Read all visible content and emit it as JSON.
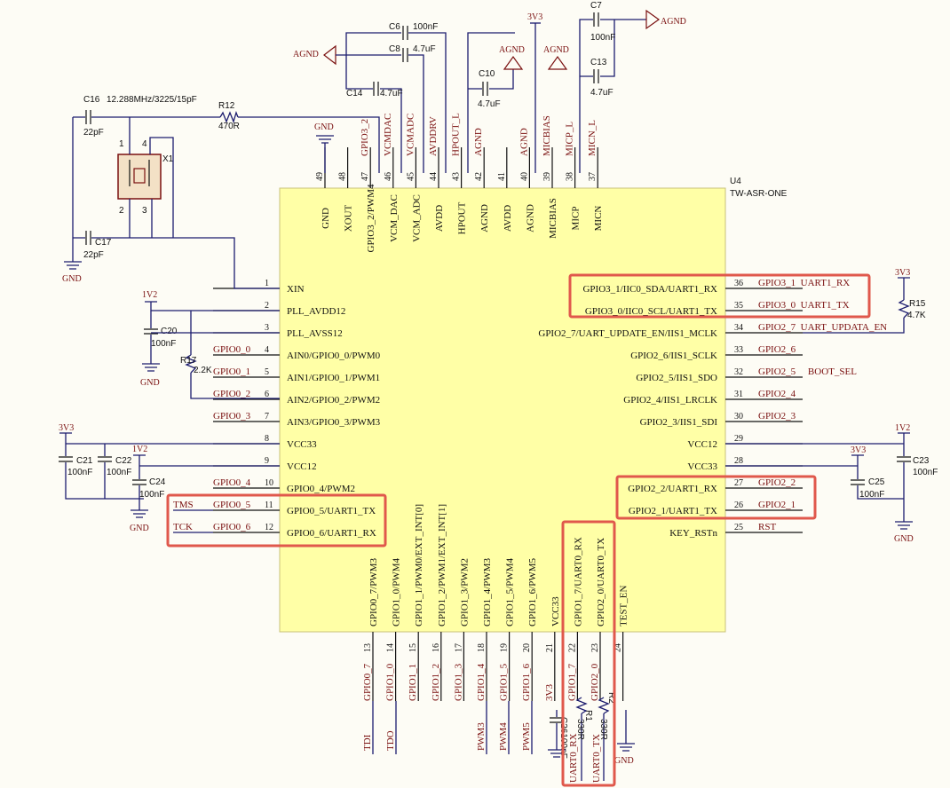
{
  "chip": {
    "ref": "U4",
    "part": "TW-ASR-ONE"
  },
  "top_pins": [
    {
      "num": "49",
      "name": "GND"
    },
    {
      "num": "48",
      "name": "XOUT"
    },
    {
      "num": "47",
      "name": "GPIO3_2/PWM4"
    },
    {
      "num": "46",
      "name": "VCM_DAC"
    },
    {
      "num": "45",
      "name": "VCM_ADC"
    },
    {
      "num": "44",
      "name": "AVDD"
    },
    {
      "num": "43",
      "name": "HPOUT"
    },
    {
      "num": "42",
      "name": "AGND"
    },
    {
      "num": "41",
      "name": "AVDD"
    },
    {
      "num": "40",
      "name": "AGND"
    },
    {
      "num": "39",
      "name": "MICBIAS"
    },
    {
      "num": "38",
      "name": "MICP"
    },
    {
      "num": "37",
      "name": "MICN"
    }
  ],
  "top_nets": [
    "",
    "",
    "GPIO3_2",
    "VCMDAC",
    "VCMADC",
    "AVDDRV",
    "HPOUT_L",
    "AGND",
    "",
    "AGND",
    "MICBIAS",
    "MICP_L",
    "MICN_L"
  ],
  "left_pins": [
    {
      "num": "1",
      "name": "XIN",
      "net": ""
    },
    {
      "num": "2",
      "name": "PLL_AVDD12",
      "net": ""
    },
    {
      "num": "3",
      "name": "PLL_AVSS12",
      "net": ""
    },
    {
      "num": "4",
      "name": "AIN0/GPIO0_0/PWM0",
      "net": "GPIO0_0"
    },
    {
      "num": "5",
      "name": "AIN1/GPIO0_1/PWM1",
      "net": "GPIO0_1"
    },
    {
      "num": "6",
      "name": "AIN2/GPIO0_2/PWM2",
      "net": "GPIO0_2"
    },
    {
      "num": "7",
      "name": "AIN3/GPIO0_3/PWM3",
      "net": "GPIO0_3"
    },
    {
      "num": "8",
      "name": "VCC33",
      "net": ""
    },
    {
      "num": "9",
      "name": "VCC12",
      "net": ""
    },
    {
      "num": "10",
      "name": "GPIO0_4/PWM2",
      "net": "GPIO0_4"
    },
    {
      "num": "11",
      "name": "GPIO0_5/UART1_TX",
      "net": "GPIO0_5"
    },
    {
      "num": "12",
      "name": "GPIO0_6/UART1_RX",
      "net": "GPIO0_6"
    }
  ],
  "left_ext": [
    "TMS",
    "TCK"
  ],
  "right_pins": [
    {
      "num": "36",
      "name": "GPIO3_1/IIC0_SDA/UART1_RX",
      "net": "GPIO3_1  UART1_RX"
    },
    {
      "num": "35",
      "name": "GPIO3_0/IIC0_SCL/UART1_TX",
      "net": "GPIO3_0  UART1_TX"
    },
    {
      "num": "34",
      "name": "GPIO2_7/UART_UPDATE_EN/IIS1_MCLK",
      "net": "GPIO2_7  UART_UPDATA_EN"
    },
    {
      "num": "33",
      "name": "GPIO2_6/IIS1_SCLK",
      "net": "GPIO2_6"
    },
    {
      "num": "32",
      "name": "GPIO2_5/IIS1_SDO",
      "net": "GPIO2_5     BOOT_SEL"
    },
    {
      "num": "31",
      "name": "GPIO2_4/IIS1_LRCLK",
      "net": "GPIO2_4"
    },
    {
      "num": "30",
      "name": "GPIO2_3/IIS1_SDI",
      "net": "GPIO2_3"
    },
    {
      "num": "29",
      "name": "VCC12",
      "net": ""
    },
    {
      "num": "28",
      "name": "VCC33",
      "net": ""
    },
    {
      "num": "27",
      "name": "GPIO2_2/UART1_RX",
      "net": "GPIO2_2"
    },
    {
      "num": "26",
      "name": "GPIO2_1/UART1_TX",
      "net": "GPIO2_1"
    },
    {
      "num": "25",
      "name": "KEY_RSTn",
      "net": "RST"
    }
  ],
  "bottom_pins": [
    {
      "num": "13",
      "name": "GPIO0_7/PWM3",
      "net": "GPIO0_7"
    },
    {
      "num": "14",
      "name": "GPIO1_0/PWM4",
      "net": "GPIO1_0"
    },
    {
      "num": "15",
      "name": "GPIO1_1/PWM0/EXT_INT[0]",
      "net": "GPIO1_1"
    },
    {
      "num": "16",
      "name": "GPIO1_2/PWM1/EXT_INT[1]",
      "net": "GPIO1_2"
    },
    {
      "num": "17",
      "name": "GPIO1_3/PWM2",
      "net": "GPIO1_3"
    },
    {
      "num": "18",
      "name": "GPIO1_4/PWM3",
      "net": "GPIO1_4"
    },
    {
      "num": "19",
      "name": "GPIO1_5/PWM4",
      "net": "GPIO1_5"
    },
    {
      "num": "20",
      "name": "GPIO1_6/PWM5",
      "net": "GPIO1_6"
    },
    {
      "num": "21",
      "name": "VCC33",
      "net": "3V3"
    },
    {
      "num": "22",
      "name": "GPIO1_7/UART0_RX",
      "net": "GPIO1_7"
    },
    {
      "num": "23",
      "name": "GPIO2_0/UART0_TX",
      "net": "GPIO2_0"
    },
    {
      "num": "24",
      "name": "TEST_EN",
      "net": ""
    }
  ],
  "bottom_ext": [
    "TDI",
    "TDO",
    "PWM3",
    "PWM4",
    "PWM5",
    "UART0_RX",
    "UART0_TX"
  ],
  "components": {
    "C6": "C6",
    "C6v": "100nF",
    "C8": "C8",
    "C8v": "4.7uF",
    "C14": "C14",
    "C14v": "4.7uF",
    "C10": "C10",
    "C10v": "4.7uF",
    "C7": "C7",
    "C7v": "100nF",
    "C13": "C13",
    "C13v": "4.7uF",
    "C16": "C16",
    "C16v": "22pF",
    "C17": "C17",
    "C17v": "22pF",
    "X1": "X1",
    "X1v": "12.288MHz/3225/15pF",
    "R12": "R12",
    "R12v": "470R",
    "C20": "C20",
    "C20v": "100nF",
    "R17": "R17",
    "R17v": "2.2K",
    "C21": "C21",
    "C21v": "100nF",
    "C22": "C22",
    "C22v": "100nF",
    "C24": "C24",
    "C24v": "100nF",
    "R15": "R15",
    "R15v": "4.7K",
    "C25": "C25",
    "C25v": "100nF",
    "C23": "C23",
    "C23v": "100nF",
    "C26": "C26",
    "C26v": "100nF",
    "R1": "R1",
    "R1v": "330R",
    "R2": "R2",
    "R2v": "330R"
  },
  "power": {
    "agnd": "AGND",
    "gnd": "GND",
    "v33": "3V3",
    "v12": "1V2"
  },
  "colors": {
    "chip_fill": "#ffffa6",
    "highlight": "#e0584c",
    "wire": "#1c1c6e",
    "net": "#7a1010"
  }
}
